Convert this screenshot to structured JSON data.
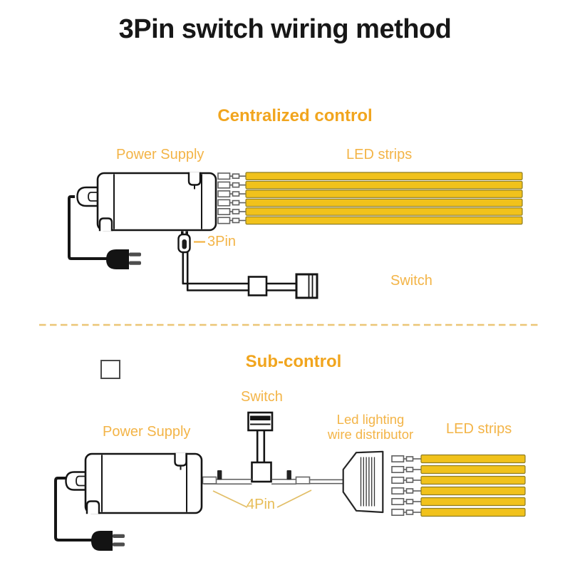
{
  "title": "3Pin switch wiring method",
  "colors": {
    "header_orange": "#F1A51E",
    "label_orange": "#F3B447",
    "strip_yellow": "#F1C21B",
    "divider_dash": "#EBC676",
    "line_black": "#151515"
  },
  "sections": {
    "centralized": {
      "header": "Centralized control",
      "labels": {
        "power_supply": "Power Supply",
        "led_strips": "LED strips",
        "pin3": "3Pin",
        "switch": "Switch"
      },
      "led_strip_count": 6
    },
    "sub": {
      "header": "Sub-control",
      "labels": {
        "switch": "Switch",
        "power_supply": "Power Supply",
        "distributor_line1": "Led lighting",
        "distributor_line2": "wire distributor",
        "led_strips": "LED strips",
        "pin4": "4Pin"
      },
      "led_strip_count": 6
    }
  }
}
